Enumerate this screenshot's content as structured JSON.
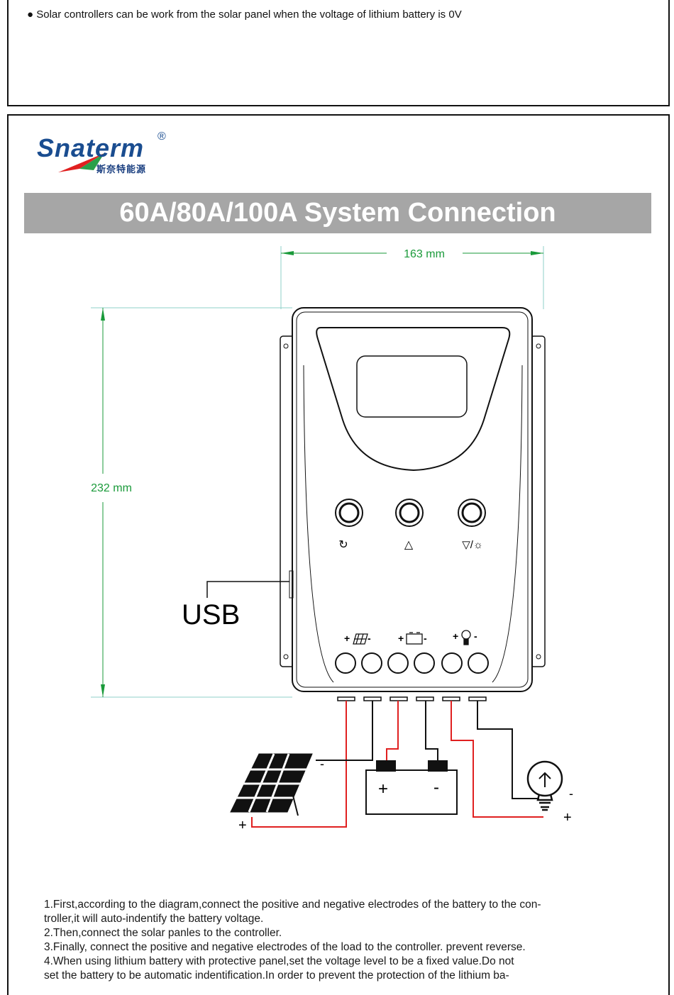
{
  "top_note": "● Solar controllers can be work from the solar panel when the voltage of lithium battery is 0V",
  "brand": {
    "name": "Snaterm",
    "registered": "®",
    "chinese": "斯奈特能源",
    "colors": {
      "blue": "#1a4d90",
      "red": "#e02020",
      "green": "#2aa04a"
    }
  },
  "banner": {
    "title": "60A/80A/100A System Connection",
    "background": "#a6a6a6"
  },
  "dimensions": {
    "width_label": "163 mm",
    "height_label": "232 mm",
    "color": "#1a9a3a"
  },
  "controller": {
    "usb_label": "USB",
    "buttons": [
      {
        "symbol": "↻",
        "icon": "cycle-icon"
      },
      {
        "symbol": "△",
        "icon": "up-triangle-icon"
      },
      {
        "symbol": "▽/☼",
        "icon": "down-light-icon"
      }
    ],
    "terminal_groups": [
      {
        "plus": "+",
        "minus": "-",
        "icon": "solar-panel-icon"
      },
      {
        "plus": "+",
        "minus": "-",
        "icon": "battery-icon"
      },
      {
        "plus": "+",
        "minus": "-",
        "icon": "bulb-icon"
      }
    ]
  },
  "wiring": {
    "panel_minus": "-",
    "panel_plus": "+",
    "battery_plus": "+",
    "battery_minus": "-",
    "load_minus": "-",
    "load_plus": "+",
    "positive_color": "#e02020",
    "negative_color": "#111111"
  },
  "instructions": [
    "1.First,according to the diagram,connect the positive and negative electrodes of the battery to the con-",
    "troller,it will auto-indentify the battery voltage.",
    "2.Then,connect the solar panles to the controller.",
    "3.Finally, connect the positive and negative electrodes of the load to the controller. prevent reverse.",
    "4.When using lithium battery with protective panel,set the voltage level to be a fixed value.Do not",
    "set the battery to be automatic indentification.In order to prevent the protection of the lithium ba-"
  ]
}
